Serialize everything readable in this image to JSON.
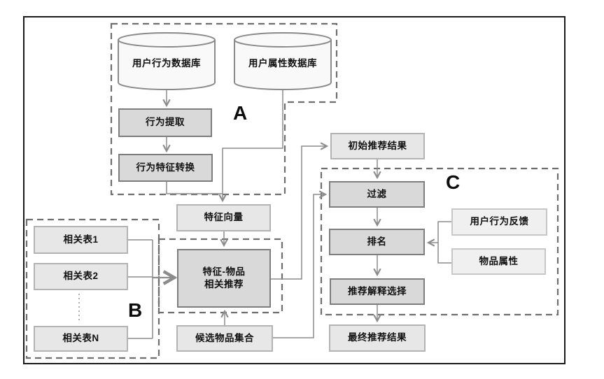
{
  "diagram_title": "",
  "colors": {
    "frame_border": "#1a1a1a",
    "process_fill": "#d9d9d9",
    "process_border": "#7d7d7d",
    "io_fill": "#e7e7e7",
    "io_border": "#b3b3b3",
    "side_fill": "#f0f0f0",
    "side_border": "#c7c7c7",
    "cylinder_fill": "#f9f9f9",
    "cylinder_border": "#8a8a8a",
    "connector": "#8c8c8c",
    "group_dash": "#6e6e6e"
  },
  "groups": {
    "a": {
      "label": "A"
    },
    "b": {
      "label": "B"
    },
    "c": {
      "label": "C"
    }
  },
  "nodes": {
    "user_behavior_db": {
      "label": "用户行为数据库"
    },
    "user_attribute_db": {
      "label": "用户属性数据库"
    },
    "behavior_extraction": {
      "label": "行为提取"
    },
    "behavior_feature_transform": {
      "label": "行为特征转换"
    },
    "feature_vector": {
      "label": "特征向量"
    },
    "related_table_1": {
      "label": "相关表1"
    },
    "related_table_2": {
      "label": "相关表2"
    },
    "related_table_n": {
      "label": "相关表N"
    },
    "feature_item_recommend": {
      "label": "特征-物品\n相关推荐"
    },
    "candidate_item_set": {
      "label": "候选物品集合"
    },
    "initial_results": {
      "label": "初始推荐结果"
    },
    "filter": {
      "label": "过滤"
    },
    "ranking": {
      "label": "排名"
    },
    "user_behavior_feedback": {
      "label": "用户行为反馈"
    },
    "item_attributes": {
      "label": "物品属性"
    },
    "explanation_selection": {
      "label": "推荐解释选择"
    },
    "final_results": {
      "label": "最终推荐结果"
    }
  }
}
